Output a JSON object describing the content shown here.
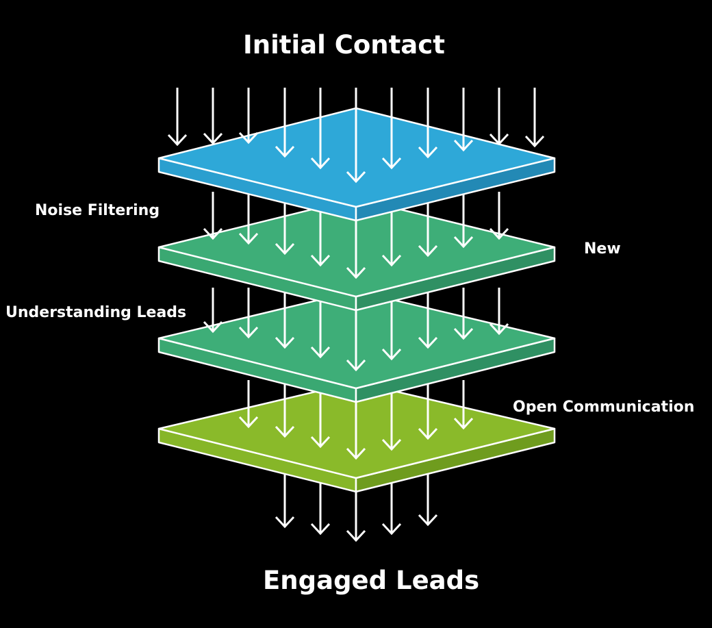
{
  "title_top": "Initial Contact",
  "title_bottom": "Engaged Leads",
  "labels": {
    "noise_filtering": "Noise Filtering",
    "new": "New",
    "understanding_leads": "Understanding Leads",
    "open_communication": "Open Communication"
  },
  "layers": [
    {
      "name": "initial-contact-layer",
      "top": "#2ea8d8",
      "left": "#2b9fcf",
      "right": "#2389b5"
    },
    {
      "name": "noise-filtering-layer",
      "top": "#3eae78",
      "left": "#3aa872",
      "right": "#2f9063"
    },
    {
      "name": "understanding-leads-layer",
      "top": "#3eae78",
      "left": "#3aa872",
      "right": "#2f9063"
    },
    {
      "name": "open-communication-layer",
      "top": "#8aba2a",
      "left": "#86b628",
      "right": "#6f9c1e"
    }
  ],
  "stroke_color": "#ffffff",
  "background": "#000000"
}
